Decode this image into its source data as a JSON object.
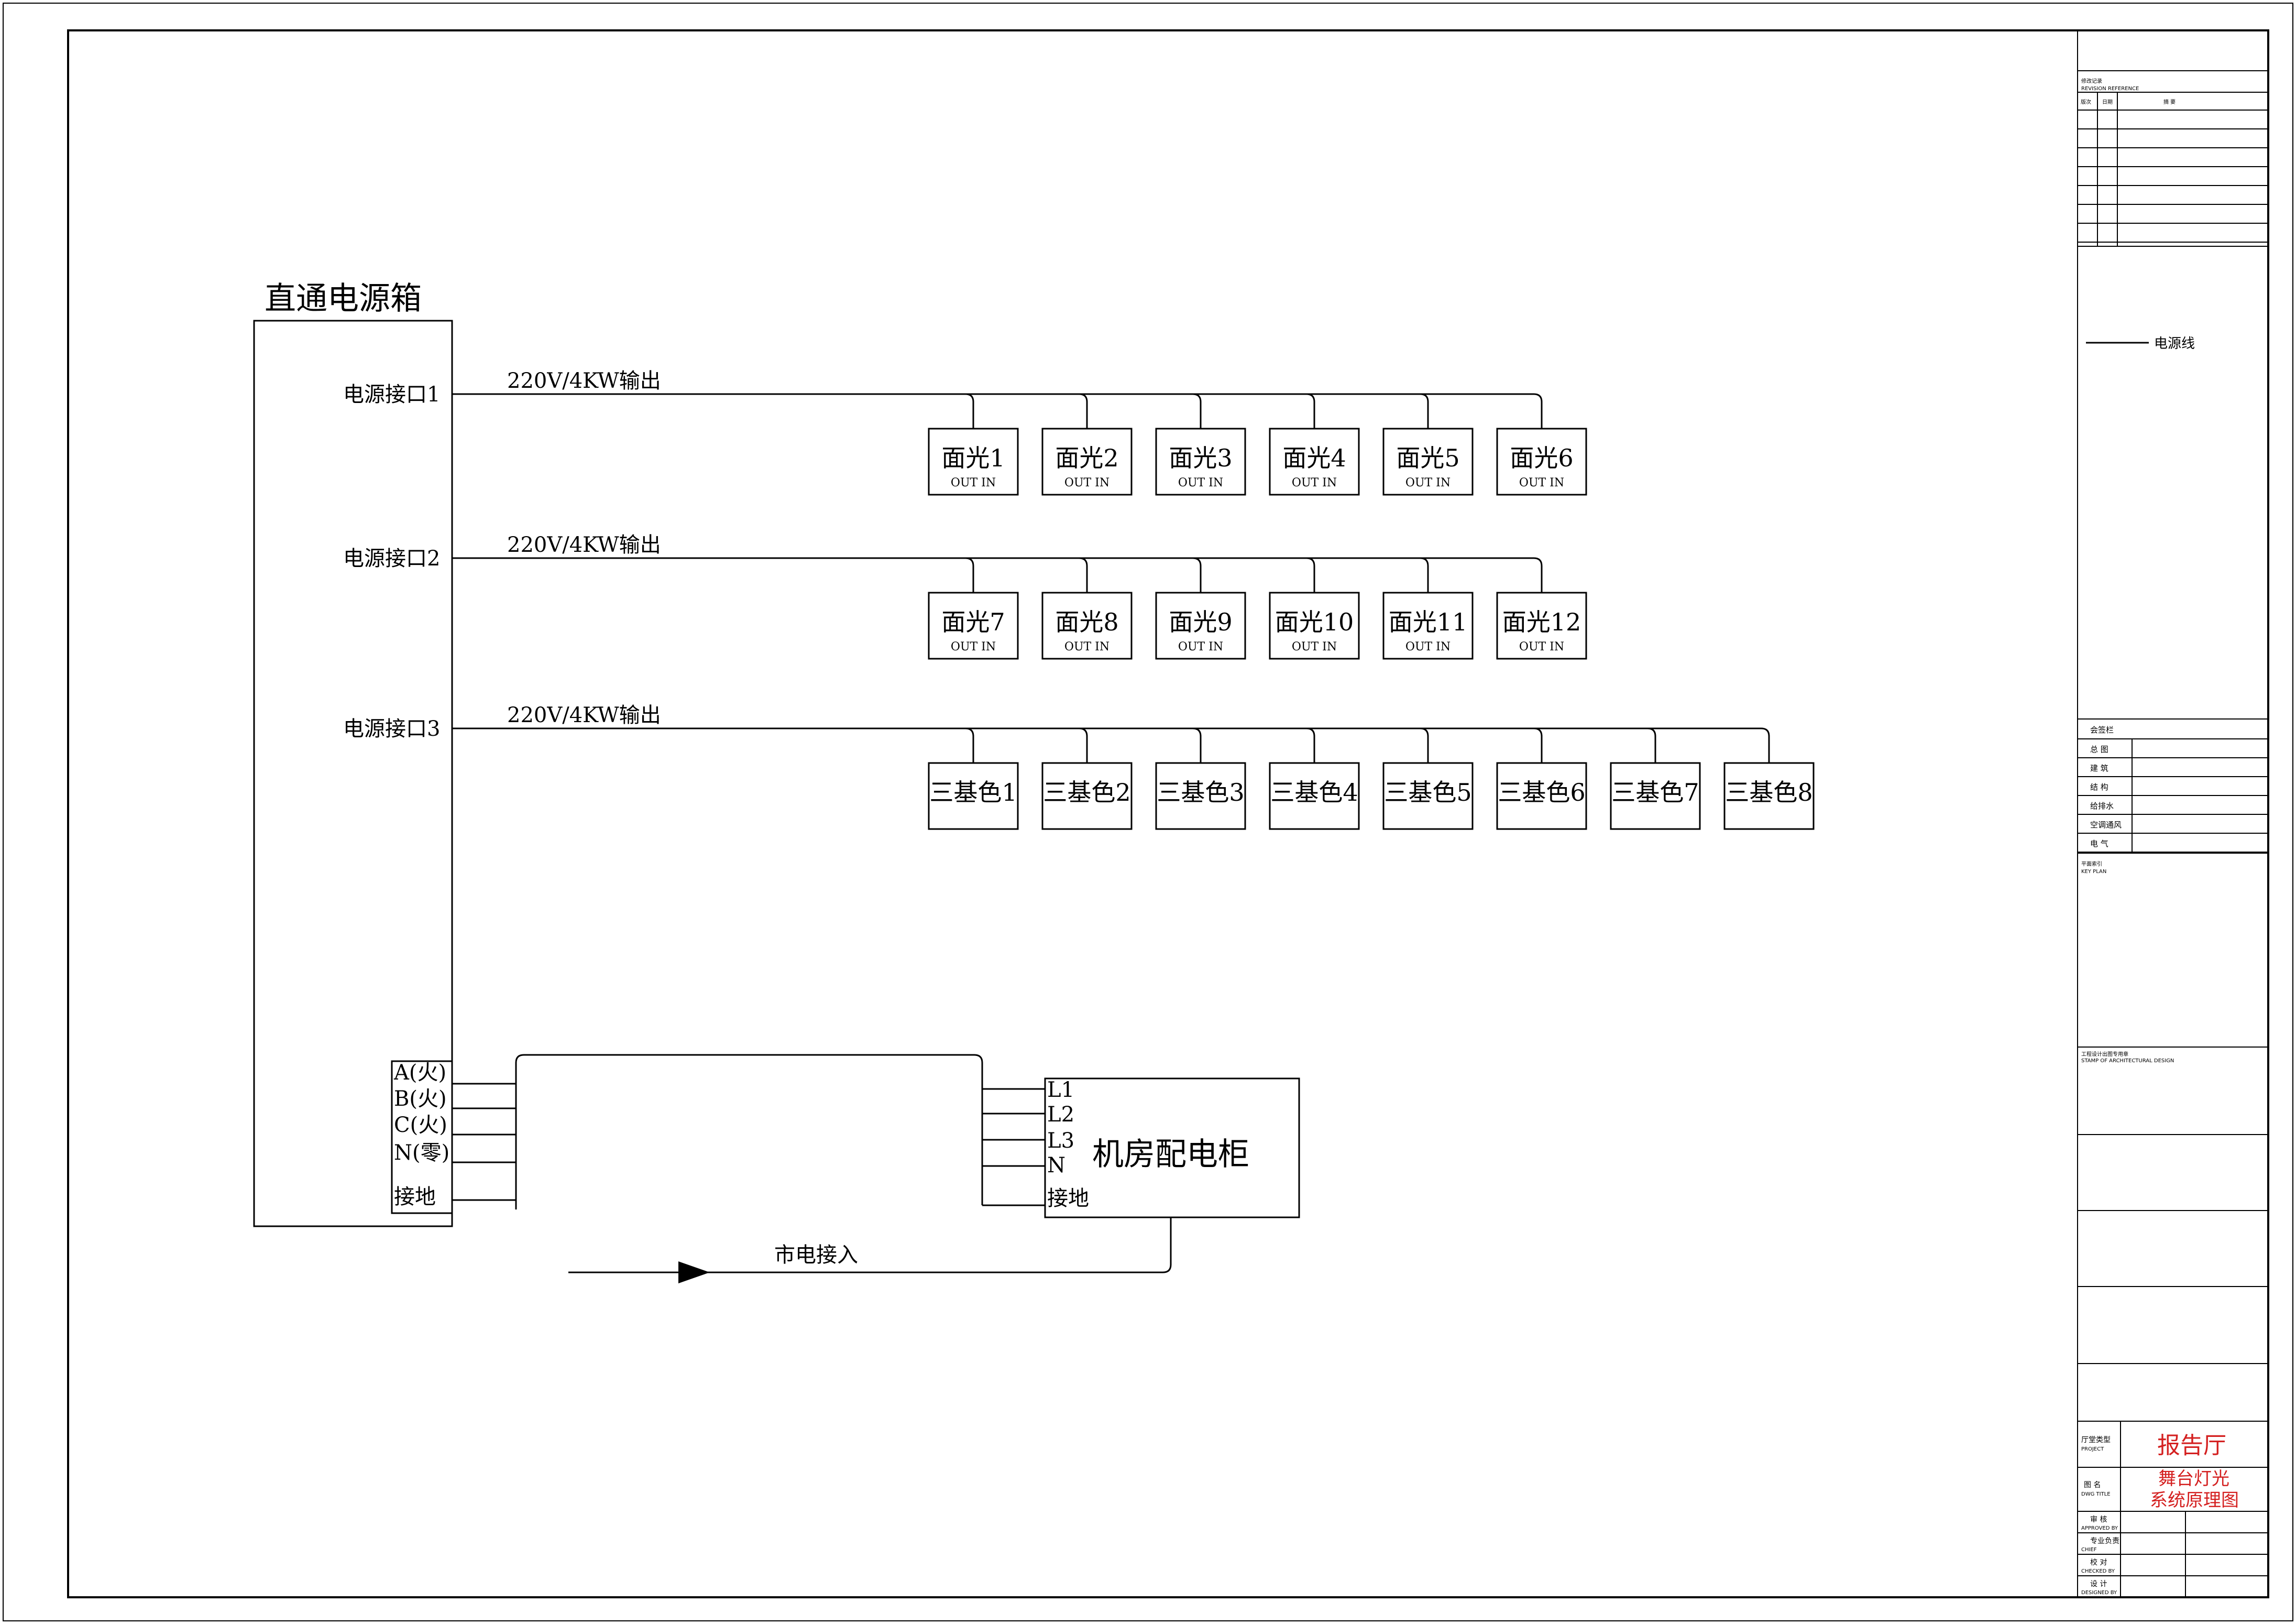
{
  "power_box": {
    "title": "直通电源箱",
    "ports": [
      {
        "label": "电源接口1",
        "output": "220V/4KW输出"
      },
      {
        "label": "电源接口2",
        "output": "220V/4KW输出"
      },
      {
        "label": "电源接口3",
        "output": "220V/4KW输出"
      }
    ],
    "terminals": [
      "A(火)",
      "B(火)",
      "C(火)",
      "N(零)",
      "接地"
    ]
  },
  "fixture_rows": [
    {
      "devices": [
        "面光1",
        "面光2",
        "面光3",
        "面光4",
        "面光5",
        "面光6"
      ],
      "sub_label": "OUT   IN"
    },
    {
      "devices": [
        "面光7",
        "面光8",
        "面光9",
        "面光10",
        "面光11",
        "面光12"
      ],
      "sub_label": "OUT   IN"
    },
    {
      "devices": [
        "三基色1",
        "三基色2",
        "三基色3",
        "三基色4",
        "三基色5",
        "三基色6",
        "三基色7",
        "三基色8"
      ],
      "sub_label": ""
    }
  ],
  "cabinet": {
    "title": "机房配电柜",
    "terminals": [
      "L1",
      "L2",
      "L3",
      "N",
      "接地"
    ]
  },
  "mains": {
    "label": "市电接入"
  },
  "legend": {
    "label": "电源线"
  },
  "title_block": {
    "revision_title": "修改记录",
    "revision_title_en": "REVISION REFERENCE",
    "rev_col": "版次",
    "date_col": "日期",
    "note_col": "摘  要",
    "sign_title": "会签栏",
    "sign_rows": [
      "总  图",
      "建  筑",
      "结  构",
      "给排水",
      "空调通风",
      "电  气"
    ],
    "key_plan": "平面索引",
    "key_plan_en": "KEY PLAN",
    "stamp": "工程设计出图专用章",
    "stamp_en": "STAMP OF ARCHITECTURAL DESIGN",
    "project_label": "厅堂类型",
    "project_label_en": "PROJECT",
    "project": "报告厅",
    "drawing_label": "图  名",
    "drawing_label_en": "DWG TITLE",
    "drawing_title_1": "舞台灯光",
    "drawing_title_2": "系统原理图",
    "roles": [
      {
        "cn": "审  核",
        "en": "APPROVED BY"
      },
      {
        "cn": "专业负责",
        "en": "CHIEF"
      },
      {
        "cn": "校  对",
        "en": "CHECKED BY"
      },
      {
        "cn": "设  计",
        "en": "DESIGNED BY"
      }
    ]
  }
}
